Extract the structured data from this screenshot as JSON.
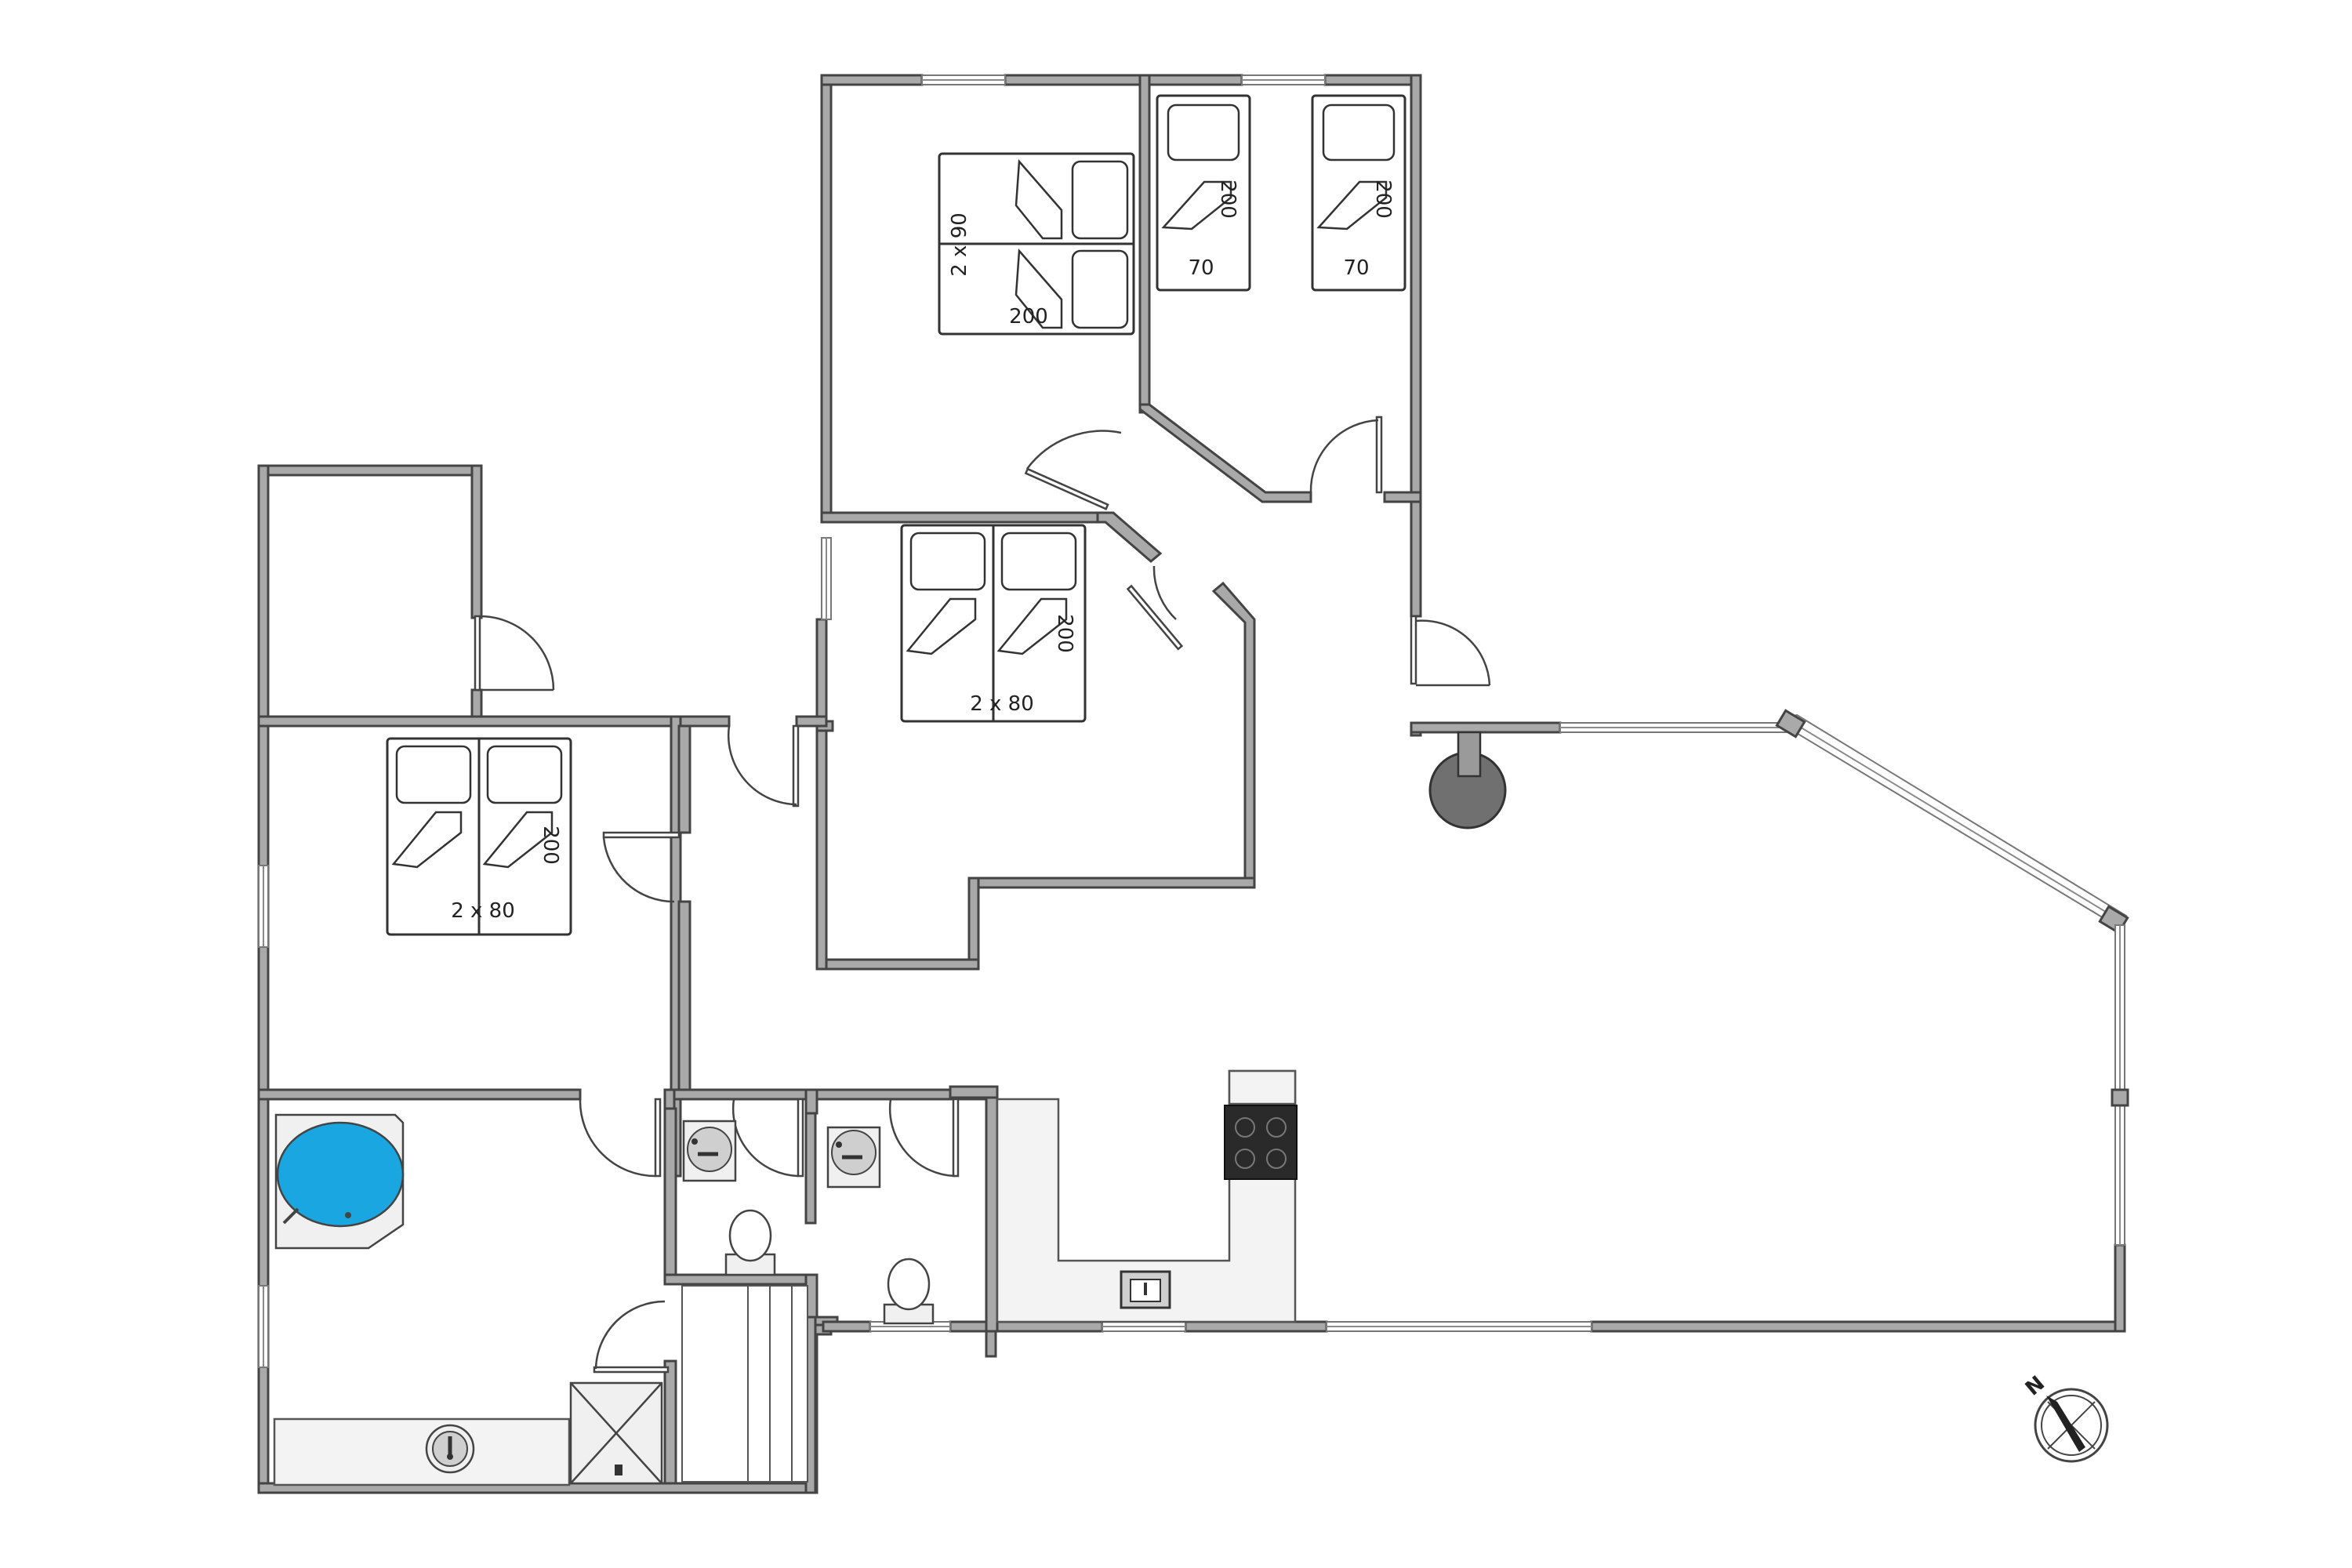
{
  "plan": {
    "bed_labels": {
      "top_double_width": "2 x 90",
      "top_double_length": "200",
      "single_left_length": "200",
      "single_left_width": "70",
      "single_right_length": "200",
      "single_right_width": "70",
      "middle_double_width": "2 x 80",
      "middle_double_length": "200",
      "left_double_width": "2 x 80",
      "left_double_length": "200"
    },
    "compass": {
      "label": "N"
    }
  },
  "colors": {
    "wall": "#a9a9a9",
    "wall_outline": "#444444",
    "tub": "#1aa6e0",
    "stove": "#2a2a2a",
    "fireplace": "#707070"
  }
}
